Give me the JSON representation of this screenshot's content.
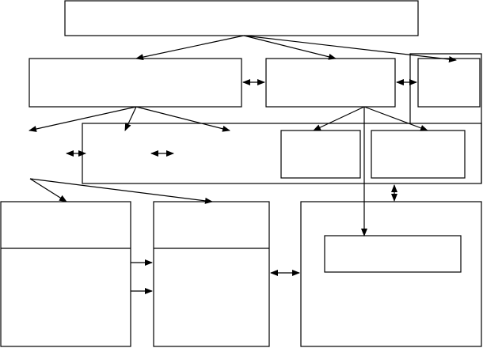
{
  "diagram": {
    "stroke_color": "#000000",
    "background_color": "#ffffff",
    "blocks": [
      {
        "id": "top-block",
        "label": ""
      },
      {
        "id": "left-upper-block",
        "label": ""
      },
      {
        "id": "middle-upper-block",
        "label": ""
      },
      {
        "id": "right-upper-block",
        "label": ""
      },
      {
        "id": "middle-band-block",
        "label": ""
      },
      {
        "id": "middle-band-inner-left-block",
        "label": ""
      },
      {
        "id": "middle-band-inner-right-block",
        "label": ""
      },
      {
        "id": "bottom-left-block",
        "label": ""
      },
      {
        "id": "bottom-middle-block",
        "label": ""
      },
      {
        "id": "bottom-right-block",
        "label": ""
      },
      {
        "id": "bottom-right-inner-block",
        "label": ""
      }
    ]
  }
}
